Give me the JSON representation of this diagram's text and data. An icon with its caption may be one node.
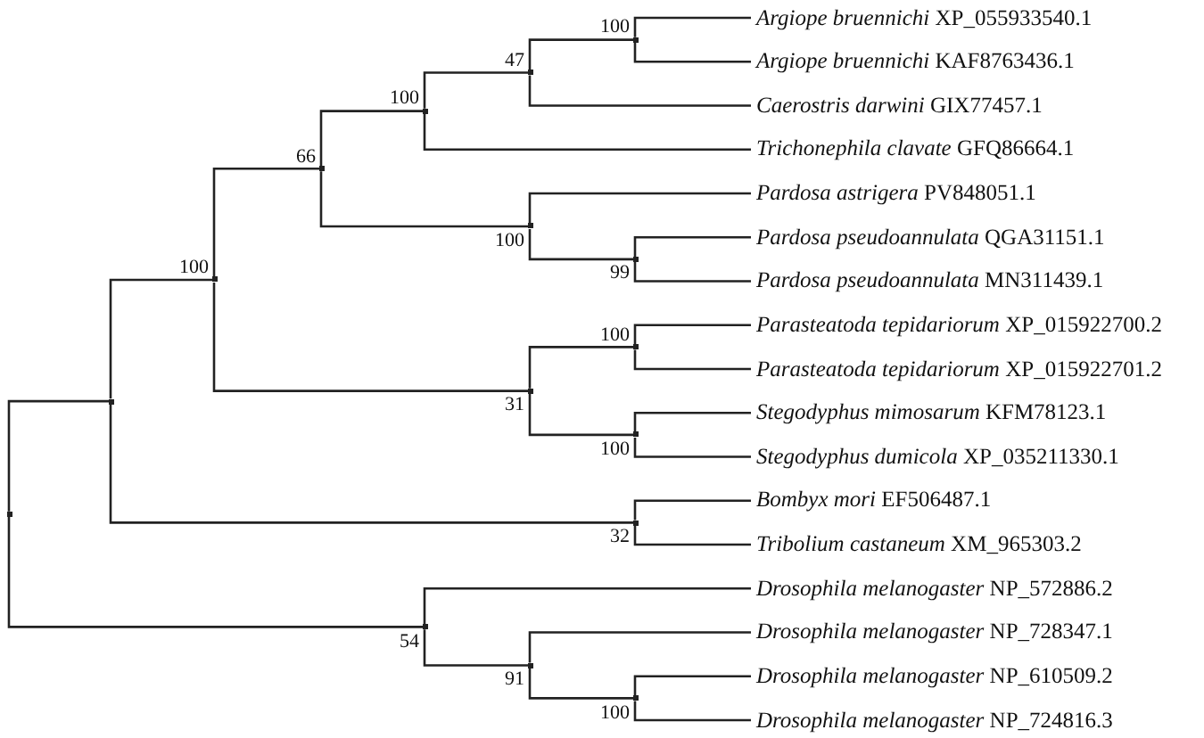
{
  "diagram": {
    "nodes": [
      {
        "text": [],
        "shape": "point"
      },
      {
        "text": [],
        "shape": "point"
      },
      {
        "text": [],
        "shape": "point",
        "beside": [
          "100"
        ]
      },
      {
        "text": [],
        "shape": "point",
        "beside": [
          "66"
        ]
      },
      {
        "text": [],
        "shape": "point",
        "beside": [
          "100"
        ]
      },
      {
        "text": [],
        "shape": "point",
        "beside": [
          "47"
        ]
      },
      {
        "text": [],
        "shape": "point",
        "beside": [
          "100"
        ]
      },
      {
        "text": [
          "*Argiope bruennichi* XP_055933540.1"
        ]
      },
      {
        "text": [
          "*Argiope bruennichi* KAF8763436.1"
        ]
      },
      {
        "text": [
          "*Caerostris darwini* GIX77457.1"
        ]
      },
      {
        "text": [
          "*Trichonephila clavate* GFQ86664.1"
        ]
      },
      {
        "text": [],
        "shape": "point",
        "beside": [
          "100"
        ]
      },
      {
        "text": [
          "*Pardosa astrigera* PV848051.1"
        ]
      },
      {
        "text": [],
        "shape": "point",
        "beside": [
          "99"
        ]
      },
      {
        "text": [
          "*Pardosa pseudoannulata* QGA31151.1"
        ]
      },
      {
        "text": [
          "*Pardosa pseudoannulata* MN311439.1"
        ]
      },
      {
        "text": [],
        "shape": "point",
        "beside": [
          "31"
        ]
      },
      {
        "text": [],
        "shape": "point",
        "beside": [
          "100"
        ]
      },
      {
        "text": [
          "*Parasteatoda tepidariorum* XP_015922700.2"
        ]
      },
      {
        "text": [
          "*Parasteatoda tepidariorum* XP_015922701.2"
        ]
      },
      {
        "text": [],
        "shape": "point",
        "beside": [
          "100"
        ]
      },
      {
        "text": [
          "*Stegodyphus mimosarum* KFM78123.1"
        ]
      },
      {
        "text": [
          "*Stegodyphus dumicola* XP_035211330.1"
        ]
      },
      {
        "text": [],
        "shape": "point",
        "beside": [
          "32"
        ]
      },
      {
        "text": [
          "*Bombyx mori* EF506487.1"
        ]
      },
      {
        "text": [
          "*Tribolium castaneum* XM_965303.2"
        ]
      },
      {
        "text": [],
        "shape": "point",
        "beside": [
          "54"
        ]
      },
      {
        "text": [
          "*Drosophila melanogaster* NP_572886.2"
        ]
      },
      {
        "text": [],
        "shape": "point",
        "beside": [
          "91"
        ]
      },
      {
        "text": [
          "*Drosophila melanogaster* NP_728347.1"
        ]
      },
      {
        "text": [],
        "shape": "point",
        "beside": [
          "100"
        ]
      },
      {
        "text": [
          "*Drosophila melanogaster* NP_610509.2"
        ]
      },
      {
        "text": [
          "*Drosophila melanogaster* NP_724816.3"
        ]
      }
    ],
    "edges": [
      {
        "from": 0,
        "to": 1,
        "arrow": "none"
      },
      {
        "from": 1,
        "to": 2,
        "arrow": "none"
      },
      {
        "from": 2,
        "to": 3,
        "arrow": "none"
      },
      {
        "from": 3,
        "to": 4,
        "arrow": "none"
      },
      {
        "from": 4,
        "to": 5,
        "arrow": "none"
      },
      {
        "from": 5,
        "to": 6,
        "arrow": "none"
      },
      {
        "from": 6,
        "to": 7,
        "arrow": "none"
      },
      {
        "from": 6,
        "to": 8,
        "arrow": "none"
      },
      {
        "from": 5,
        "to": 9,
        "arrow": "none"
      },
      {
        "from": 4,
        "to": 10,
        "arrow": "none"
      },
      {
        "from": 3,
        "to": 11,
        "arrow": "none"
      },
      {
        "from": 11,
        "to": 12,
        "arrow": "none"
      },
      {
        "from": 11,
        "to": 13,
        "arrow": "none"
      },
      {
        "from": 13,
        "to": 14,
        "arrow": "none"
      },
      {
        "from": 13,
        "to": 15,
        "arrow": "none"
      },
      {
        "from": 2,
        "to": 16,
        "arrow": "none"
      },
      {
        "from": 16,
        "to": 17,
        "arrow": "none"
      },
      {
        "from": 17,
        "to": 18,
        "arrow": "none"
      },
      {
        "from": 17,
        "to": 19,
        "arrow": "none"
      },
      {
        "from": 16,
        "to": 20,
        "arrow": "none"
      },
      {
        "from": 20,
        "to": 21,
        "arrow": "none"
      },
      {
        "from": 20,
        "to": 22,
        "arrow": "none"
      },
      {
        "from": 1,
        "to": 23,
        "arrow": "none"
      },
      {
        "from": 23,
        "to": 24,
        "arrow": "none"
      },
      {
        "from": 23,
        "to": 25,
        "arrow": "none"
      },
      {
        "from": 0,
        "to": 26,
        "arrow": "none"
      },
      {
        "from": 26,
        "to": 27,
        "arrow": "none"
      },
      {
        "from": 26,
        "to": 28,
        "arrow": "none"
      },
      {
        "from": 28,
        "to": 29,
        "arrow": "none"
      },
      {
        "from": 28,
        "to": 30,
        "arrow": "none"
      },
      {
        "from": 30,
        "to": 31,
        "arrow": "none"
      },
      {
        "from": 30,
        "to": 32,
        "arrow": "none"
      }
    ]
  }
}
